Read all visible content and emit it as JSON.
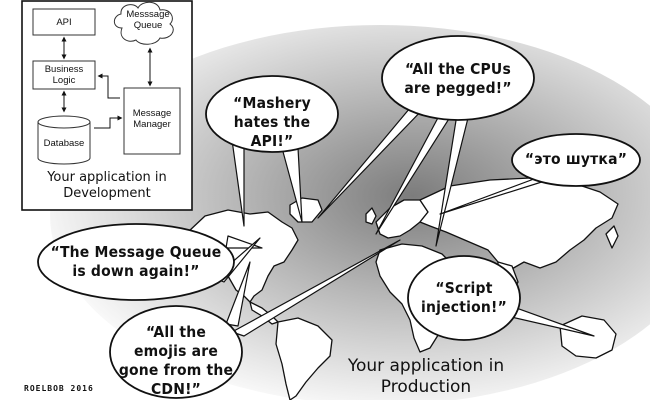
{
  "dev_panel": {
    "boxes": {
      "api": "API",
      "message_queue": "Messsage Queue",
      "business_logic": "Business Logic",
      "message_manager": "Message Manager",
      "database": "Database"
    },
    "caption": "Your application in Development"
  },
  "bubbles": {
    "mashery": "“Mashery hates the API!”",
    "cpus": "“All the CPUs are pegged!”",
    "joke": "“это шутка”",
    "message_queue": "“The Message Queue is down again!”",
    "script_injection": "“Script injection!”",
    "emojis": "“All the emojis are gone from the CDN!”"
  },
  "production_caption": "Your application in Production",
  "signature": "ROELBOB 2016",
  "colors": {
    "ink": "#111111",
    "box_fill": "#ffffff",
    "shadow": "#9a9a9a"
  }
}
